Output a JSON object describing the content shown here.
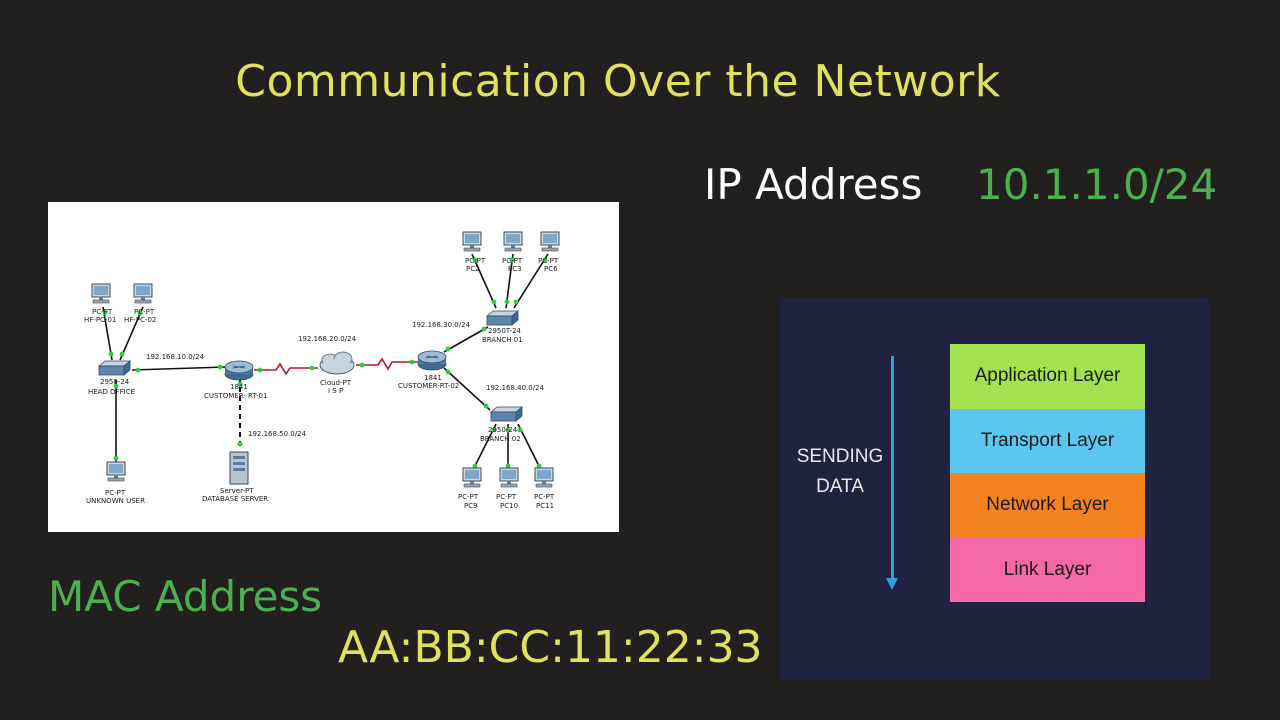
{
  "title": "Communication Over the Network",
  "ip": {
    "label": "IP Address",
    "value": "10.1.1.0/24"
  },
  "mac": {
    "label": "MAC Address",
    "value": "AA:BB:CC:11:22:33"
  },
  "diagram": {
    "hf_pc1_type": "PC-PT",
    "hf_pc1_name": "HF-PC-01",
    "hf_pc2_type": "PC-PT",
    "hf_pc2_name": "HF-PC-02",
    "head_switch_model": "2950-24",
    "head_switch_name": "HEAD OFFICE",
    "unknown_type": "PC-PT",
    "unknown_name": "UNKNOWN USER",
    "net_head": "192.168.10.0/24",
    "rt1_model": "1841",
    "rt1_name": "CUSTOMER- RT-01",
    "net_server": "192.168.50.0/24",
    "server_type": "Server-PT",
    "server_name": "DATABASE SERVER",
    "net_isp": "192.168.20.0/24",
    "cloud_type": "Cloud-PT",
    "cloud_name": "I S P",
    "rt2_model": "1841",
    "rt2_name": "CUSTOMER-RT-02",
    "net_branch1": "192.168.30.0/24",
    "br1_switch_model": "2950T-24",
    "br1_switch_name": "BRANCH 01",
    "pc2_type": "PC-PT",
    "pc2_name": "PC2",
    "pc3_type": "PC-PT",
    "pc3_name": "PC3",
    "pc6_type": "PC-PT",
    "pc6_name": "PC6",
    "net_branch2": "192.168.40.0/24",
    "br2_switch_model": "2950-24",
    "br2_switch_name": "BRANCH 02",
    "pc9_type": "PC-PT",
    "pc9_name": "PC9",
    "pc10_type": "PC-PT",
    "pc10_name": "PC10",
    "pc11_type": "PC-PT",
    "pc11_name": "PC11"
  },
  "stack": {
    "sending_line1": "SENDING",
    "sending_line2": "DATA",
    "layers": [
      {
        "label": "Application Layer",
        "color": "#a4e14f"
      },
      {
        "label": "Transport Layer",
        "color": "#5bc7ee"
      },
      {
        "label": "Network Layer",
        "color": "#f58220"
      },
      {
        "label": "Link Layer",
        "color": "#f56aa6"
      }
    ]
  }
}
